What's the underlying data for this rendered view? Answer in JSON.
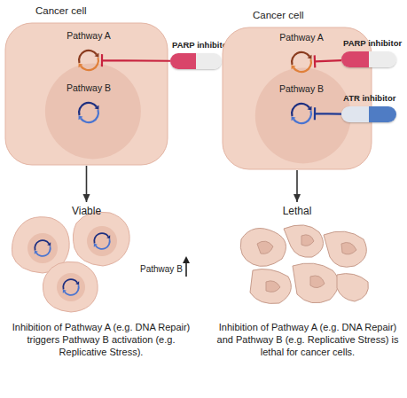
{
  "diagram": {
    "nodes": [
      {
        "text": [
          "Cancer cell"
        ]
      },
      {
        "text": [
          "Pathway A"
        ],
        "in": 0
      },
      {
        "text": [
          "Pathway B"
        ],
        "in": 0
      },
      {
        "text": [
          "PARP inhibitor"
        ]
      },
      {
        "text": [
          "Cancer cell"
        ]
      },
      {
        "text": [
          "Pathway A"
        ],
        "in": 4
      },
      {
        "text": [
          "Pathway B"
        ],
        "in": 4
      },
      {
        "text": [
          "PARP inhibitor"
        ]
      },
      {
        "text": [
          "ATR inhibitor"
        ]
      },
      {
        "text": [
          "Viable"
        ]
      },
      {
        "text": [
          "Lethal"
        ]
      }
    ],
    "edges": [
      {
        "from": 3,
        "to": 1,
        "arrow": "to"
      },
      {
        "from": 0,
        "to": 9,
        "arrow": "to"
      },
      {
        "from": 7,
        "to": 5,
        "arrow": "to"
      },
      {
        "from": 8,
        "to": 6,
        "arrow": "to"
      },
      {
        "from": 4,
        "to": 10,
        "arrow": "to"
      }
    ],
    "labels": [
      "Pathway B",
      "Inhibition of Pathway A (e.g. DNA Repair) triggers Pathway B activation (e.g. Replicative Stress).",
      "Inhibition of Pathway A (e.g. DNA Repair) and Pathway B (e.g. Replicative Stress) is lethal for cancer cells."
    ]
  }
}
